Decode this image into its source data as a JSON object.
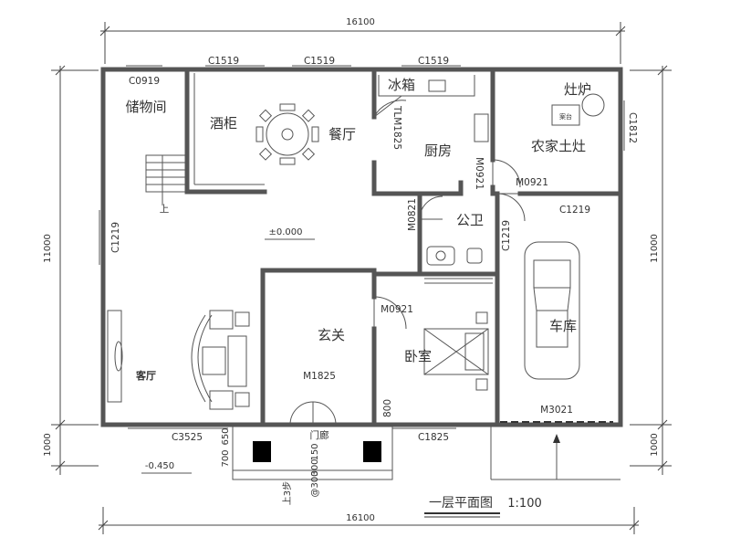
{
  "dimensions": {
    "top": "16100",
    "bottom": "16100",
    "left_main": "11000",
    "left_porch": "1000",
    "right_main": "11000",
    "right_porch": "1000"
  },
  "rooms": {
    "storage": "储物间",
    "wine_cabinet": "酒柜",
    "dining": "餐厅",
    "fridge": "冰箱",
    "kitchen": "厨房",
    "stove_small": "灶炉",
    "farm_stove": "农家土灶",
    "counter": "案台",
    "bathroom": "公卫",
    "garage": "车库",
    "foyer": "玄关",
    "living": "客厅",
    "bedroom": "卧室",
    "porch": "门廊"
  },
  "codes": {
    "c0919": "C0919",
    "c1519_a": "C1519",
    "c1519_b": "C1519",
    "c1519_c": "C1519",
    "c1812": "C1812",
    "tlm1825": "TLM1825",
    "m0921_kitchen": "M0921",
    "m0921_bath_top": "M0921",
    "c1219_right": "C1219",
    "m0821": "M0821",
    "c1219_bath": "C1219",
    "c1219_left": "C1219",
    "m0921_bed": "M0921",
    "m1825": "M1825",
    "m3021": "M3021",
    "c3525": "C3525",
    "c1825": "C1825",
    "d800": "800"
  },
  "levels": {
    "floor": "±0.000",
    "outside": "-0.450"
  },
  "porch_dims": {
    "d700": "700",
    "d650": "650",
    "d150": "150",
    "d300": "300",
    "col": "@300"
  },
  "stair_text": "上",
  "stair_text2": "上3步",
  "title": "一层平面图",
  "scale": "1:100"
}
